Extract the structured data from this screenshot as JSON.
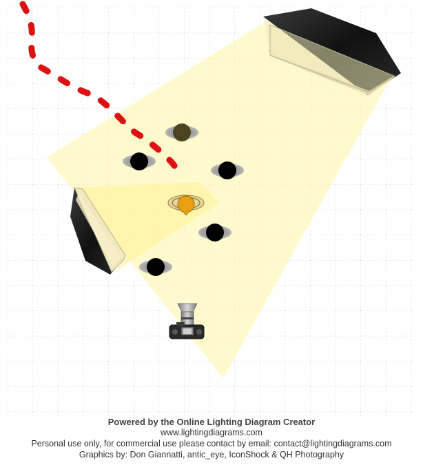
{
  "diagram": {
    "elements": [
      {
        "kind": "path",
        "name": "dashed-path-line",
        "color": "#dd1111"
      },
      {
        "kind": "softbox",
        "name": "softbox-top-right",
        "role": "key-light",
        "beam_color": "#fff7b0"
      },
      {
        "kind": "softbox",
        "name": "softbox-left",
        "role": "fill-light",
        "beam_color": "#fff3a0"
      },
      {
        "kind": "person",
        "name": "person-olive",
        "head_color": "#4a4520"
      },
      {
        "kind": "person",
        "name": "person-black-1",
        "head_color": "#000000"
      },
      {
        "kind": "person",
        "name": "person-black-2",
        "head_color": "#000000"
      },
      {
        "kind": "person",
        "name": "person-black-3",
        "head_color": "#000000"
      },
      {
        "kind": "person",
        "name": "person-black-4",
        "head_color": "#000000"
      },
      {
        "kind": "person",
        "name": "subject-orange",
        "head_color": "#e8a012"
      },
      {
        "kind": "camera",
        "name": "camera-with-lens",
        "icon": "camera-icon"
      }
    ],
    "grid": true
  },
  "footer": {
    "line1": "Powered by the Online Lighting Diagram Creator",
    "line2": "www.lightingdiagrams.com",
    "line3": "Personal use only, for commercial use please contact by email: contact@lightingdiagrams.com",
    "line4": "Graphics by: Don Giannatti, antic_eye, IconShock & QH Photography"
  }
}
